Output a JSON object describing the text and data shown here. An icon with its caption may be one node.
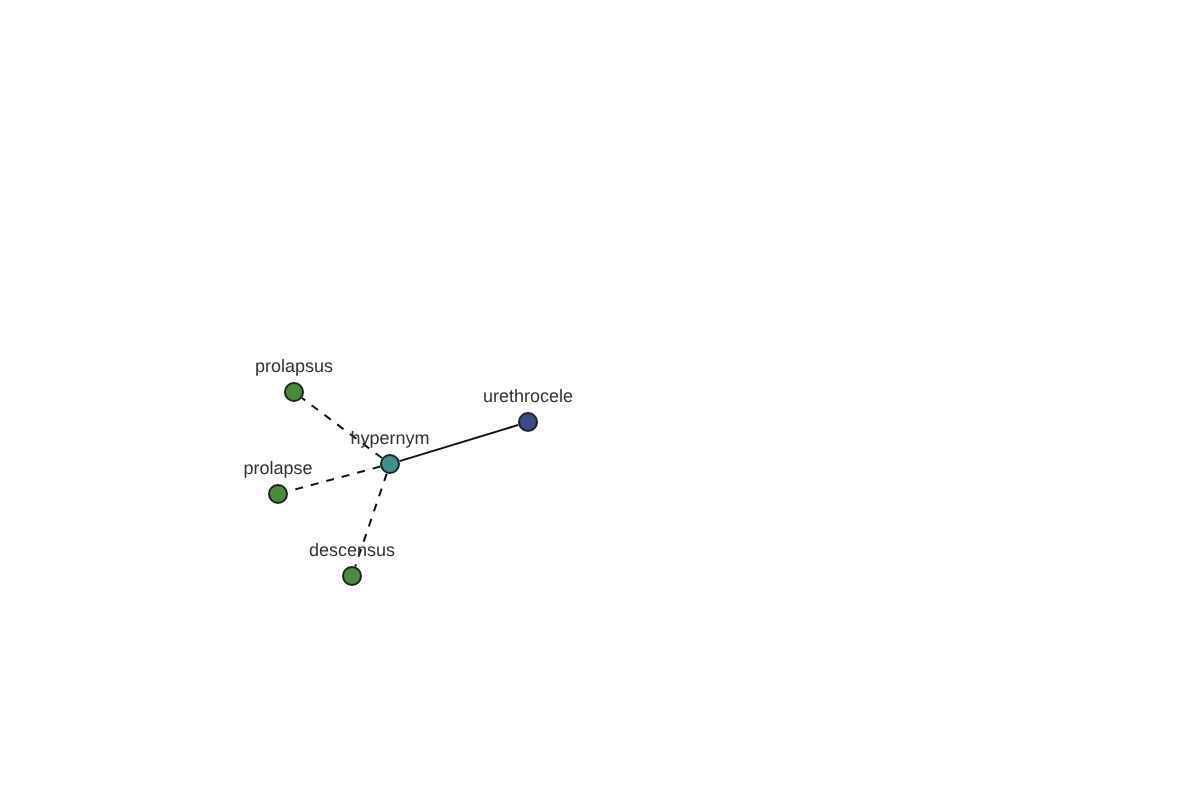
{
  "diagram": {
    "nodes": [
      {
        "text": [
          "urethrocele"
        ]
      },
      {
        "text": [
          "hypernym"
        ]
      },
      {
        "text": [
          "prolapsus"
        ]
      },
      {
        "text": [
          "prolapse"
        ]
      },
      {
        "text": [
          "descensus"
        ]
      }
    ],
    "edges": [
      {
        "from": 1,
        "to": 0,
        "arrow": "none"
      },
      {
        "from": 1,
        "to": 2,
        "arrow": "none",
        "style": "dashed"
      },
      {
        "from": 1,
        "to": 3,
        "arrow": "none",
        "style": "dashed"
      },
      {
        "from": 1,
        "to": 4,
        "arrow": "none",
        "style": "dashed"
      }
    ]
  }
}
